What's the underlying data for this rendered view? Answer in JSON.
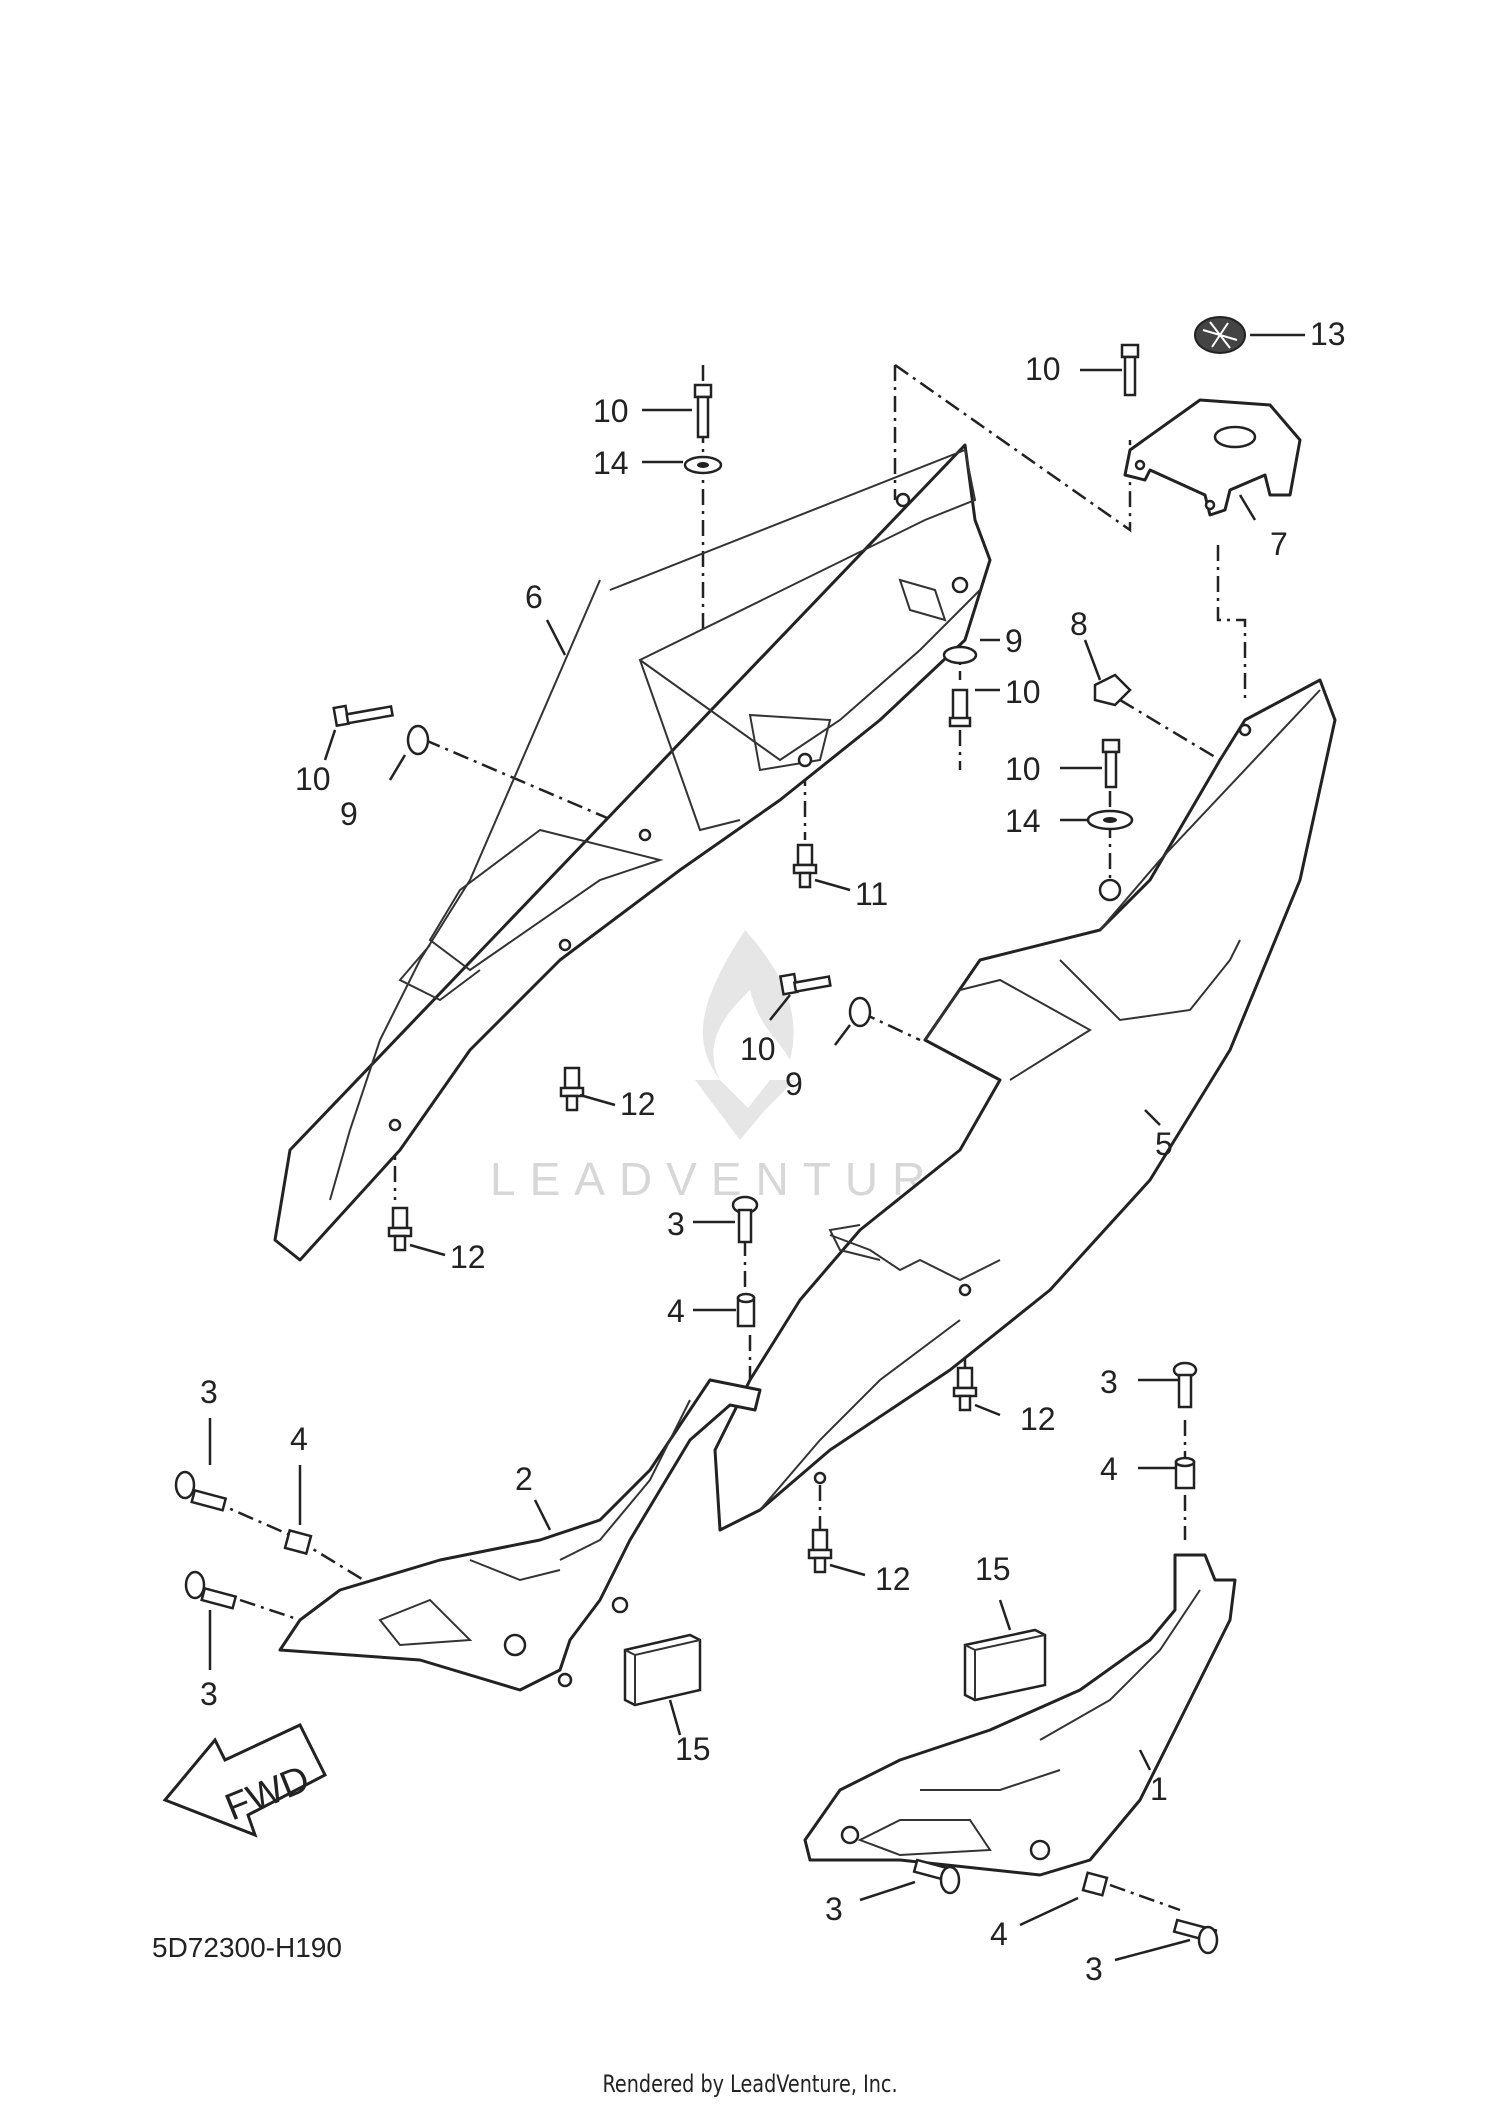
{
  "diagram": {
    "reference_code": "5D72300-H190",
    "footer_text": "Rendered by LeadVenture, Inc.",
    "watermark": "LEADVENTURE",
    "fwd_arrow_label": "FWD",
    "callouts": {
      "c13": "13",
      "c10_top_right": "10",
      "c7": "7",
      "c10_top_left": "10",
      "c14_top_left": "14",
      "c6": "6",
      "c9_mid": "9",
      "c10_mid": "10",
      "c8": "8",
      "c10_left": "10",
      "c9_left": "9",
      "c10_right": "10",
      "c14_right": "14",
      "c11": "11",
      "c10_center": "10",
      "c9_center": "9",
      "c12_a": "12",
      "c5": "5",
      "c12_b": "12",
      "c3_center": "3",
      "c4_center": "4",
      "c3_left_top": "3",
      "c4_left": "4",
      "c2": "2",
      "c3_left_bottom": "3",
      "c15_left": "15",
      "c3_right_top": "3",
      "c4_right": "4",
      "c12_c": "12",
      "c12_d": "12",
      "c15_right": "15",
      "c1": "1",
      "c3_bottom_a": "3",
      "c4_bottom": "4",
      "c3_bottom_b": "3"
    }
  }
}
